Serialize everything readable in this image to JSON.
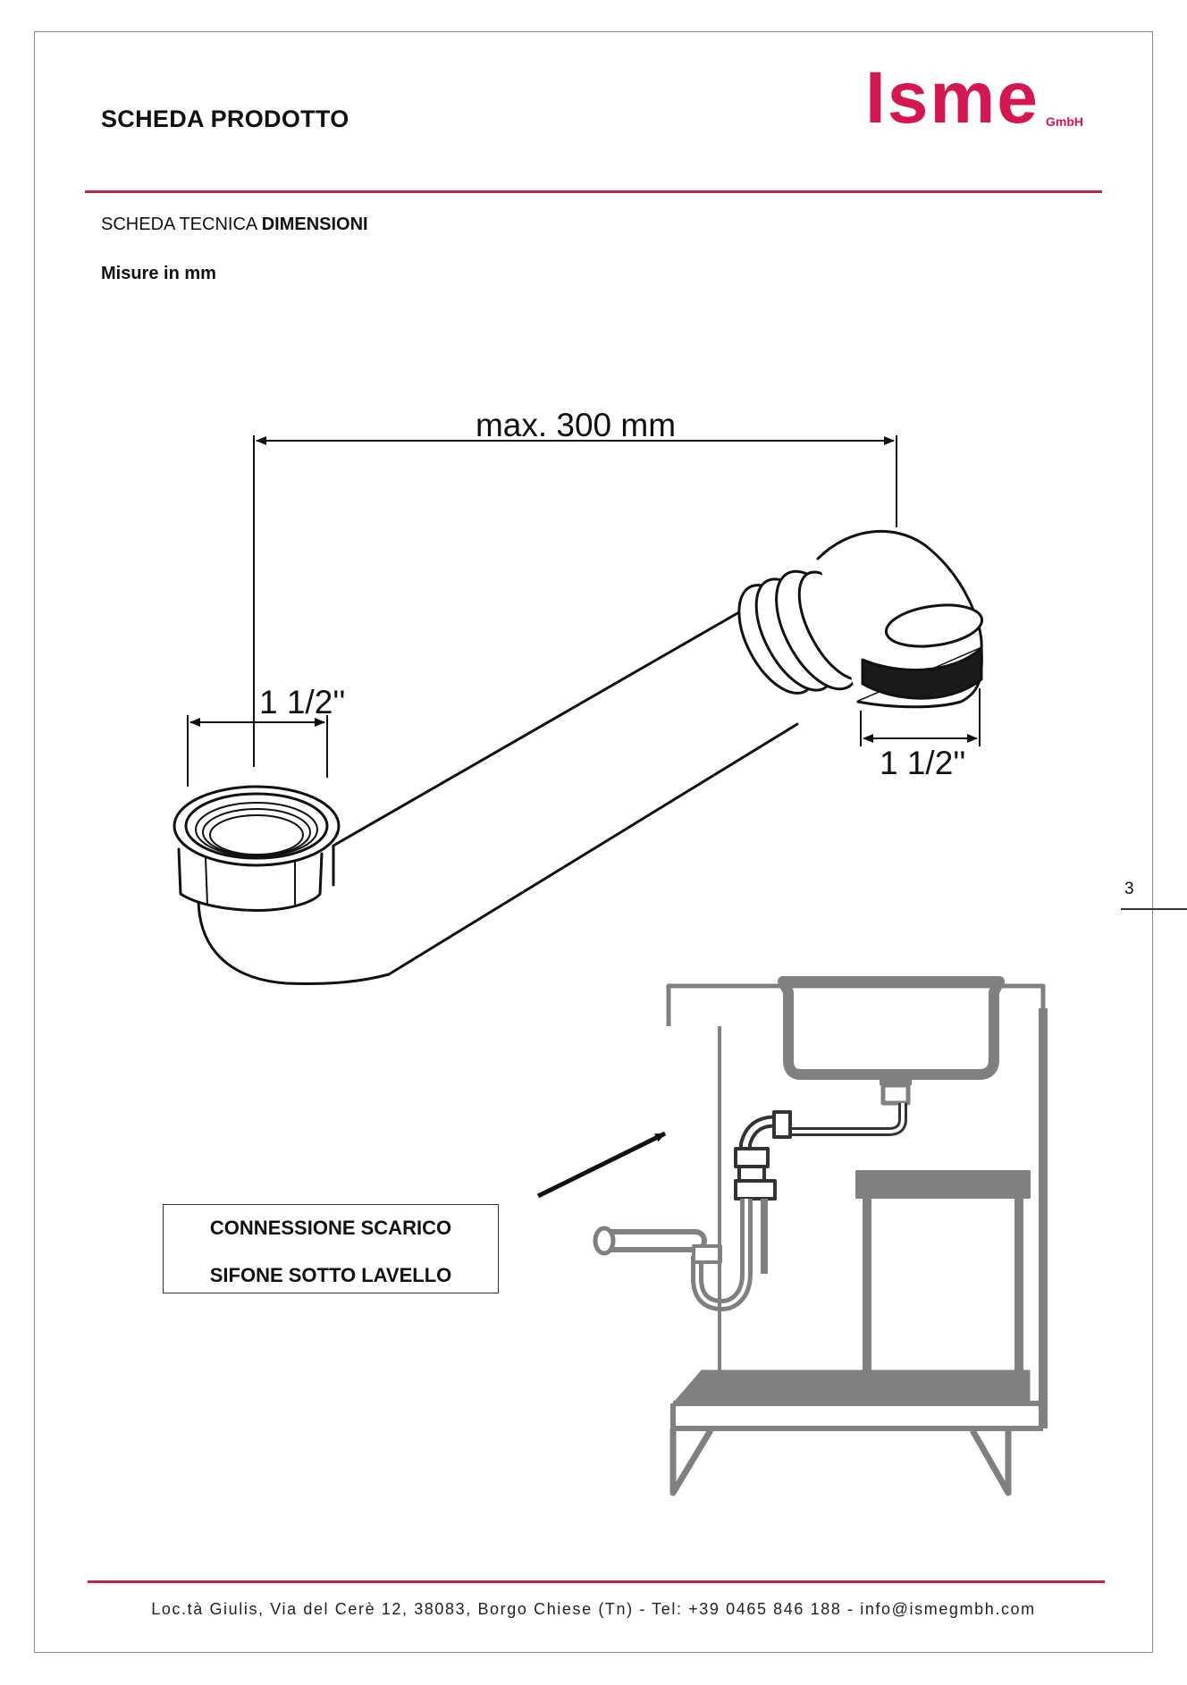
{
  "header": {
    "title": "SCHEDA PRODOTTO",
    "logo_word": "Isme",
    "logo_sub": "GmbH"
  },
  "section": {
    "prefix": "SCHEDA TECNICA",
    "emphasis": "DIMENSIONI",
    "units_note": "Misure in mm"
  },
  "diagram": {
    "max_length_label": "max. 300 mm",
    "inlet_size_label": "1 1/2''",
    "outlet_size_label": "1 1/2''"
  },
  "callout": {
    "line1": "CONNESSIONE SCARICO",
    "line2": "SIFONE SOTTO LAVELLO"
  },
  "page_number": "3",
  "footer": {
    "address": "Loc.tà Giulis, Via del Cerè 12, 38083, Borgo Chiese (Tn)  - Tel: +39 0465 846 188 - info@ismegmbh.com"
  },
  "colors": {
    "brand": "#d6164f",
    "rule": "#c8203f",
    "diagram_gray": "#808080"
  }
}
